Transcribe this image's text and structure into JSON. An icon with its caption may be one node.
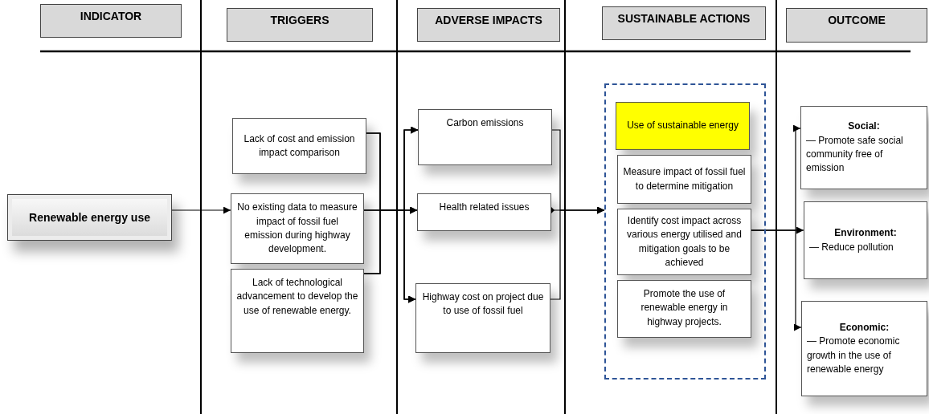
{
  "diagram": {
    "nodes": [
      {
        "text": [
          "INDICATOR"
        ]
      },
      {
        "text": [
          "TRIGGERS"
        ]
      },
      {
        "text": [
          "ADVERSE IMPACTS"
        ]
      },
      {
        "text": [
          "SUSTAINABLE ACTIONS"
        ]
      },
      {
        "text": [
          "OUTCOME"
        ]
      },
      {
        "text": [
          "Renewable energy use"
        ]
      },
      {
        "text": [
          "Lack of cost and emission impact comparison"
        ]
      },
      {
        "text": [
          "No existing data to measure impact of fossil fuel emission during highway development."
        ]
      },
      {
        "text": [
          "Lack of technological advancement to develop the use of renewable energy."
        ]
      },
      {
        "text": [
          "Carbon emissions"
        ]
      },
      {
        "text": [
          "Health related issues"
        ]
      },
      {
        "text": [
          "Highway cost on project due to use of fossil fuel"
        ]
      },
      {
        "text": [],
        "shape": "box"
      },
      {
        "text": [
          "Use of sustainable energy"
        ],
        "in": 12
      },
      {
        "text": [
          "Measure impact of fossil fuel to determine mitigation"
        ],
        "in": 12
      },
      {
        "text": [
          "Identify cost impact across various energy utilised and mitigation goals to be achieved"
        ],
        "in": 12
      },
      {
        "text": [
          "Promote the use of renewable energy in highway projects."
        ],
        "in": 12
      },
      {
        "text": [
          "Social:",
          "— Promote safe social community free of emission"
        ]
      },
      {
        "text": [
          "**Environment**:",
          "— Reduce pollution"
        ]
      },
      {
        "text": [
          "**Economic**:",
          "— Promote economic growth in the use of renewable energy"
        ]
      }
    ],
    "edges": [
      {
        "from": 5,
        "to": 7,
        "arrow": "to"
      },
      {
        "from": 6,
        "to": 9,
        "arrow": "to"
      },
      {
        "from": 6,
        "to": 10,
        "arrow": "to"
      },
      {
        "from": 6,
        "to": 11,
        "arrow": "to"
      },
      {
        "from": 7,
        "to": 9,
        "arrow": "to"
      },
      {
        "from": 7,
        "to": 10,
        "arrow": "to"
      },
      {
        "from": 7,
        "to": 11,
        "arrow": "to"
      },
      {
        "from": 8,
        "to": 9,
        "arrow": "to"
      },
      {
        "from": 8,
        "to": 10,
        "arrow": "to"
      },
      {
        "from": 8,
        "to": 11,
        "arrow": "to"
      },
      {
        "from": 9,
        "to": 12,
        "arrow": "to"
      },
      {
        "from": 10,
        "to": 12,
        "arrow": "to"
      },
      {
        "from": 11,
        "to": 12,
        "arrow": "to"
      },
      {
        "from": 15,
        "to": 17,
        "arrow": "to"
      },
      {
        "from": 15,
        "to": 18,
        "arrow": "to"
      },
      {
        "from": 15,
        "to": 19,
        "arrow": "to"
      }
    ]
  }
}
